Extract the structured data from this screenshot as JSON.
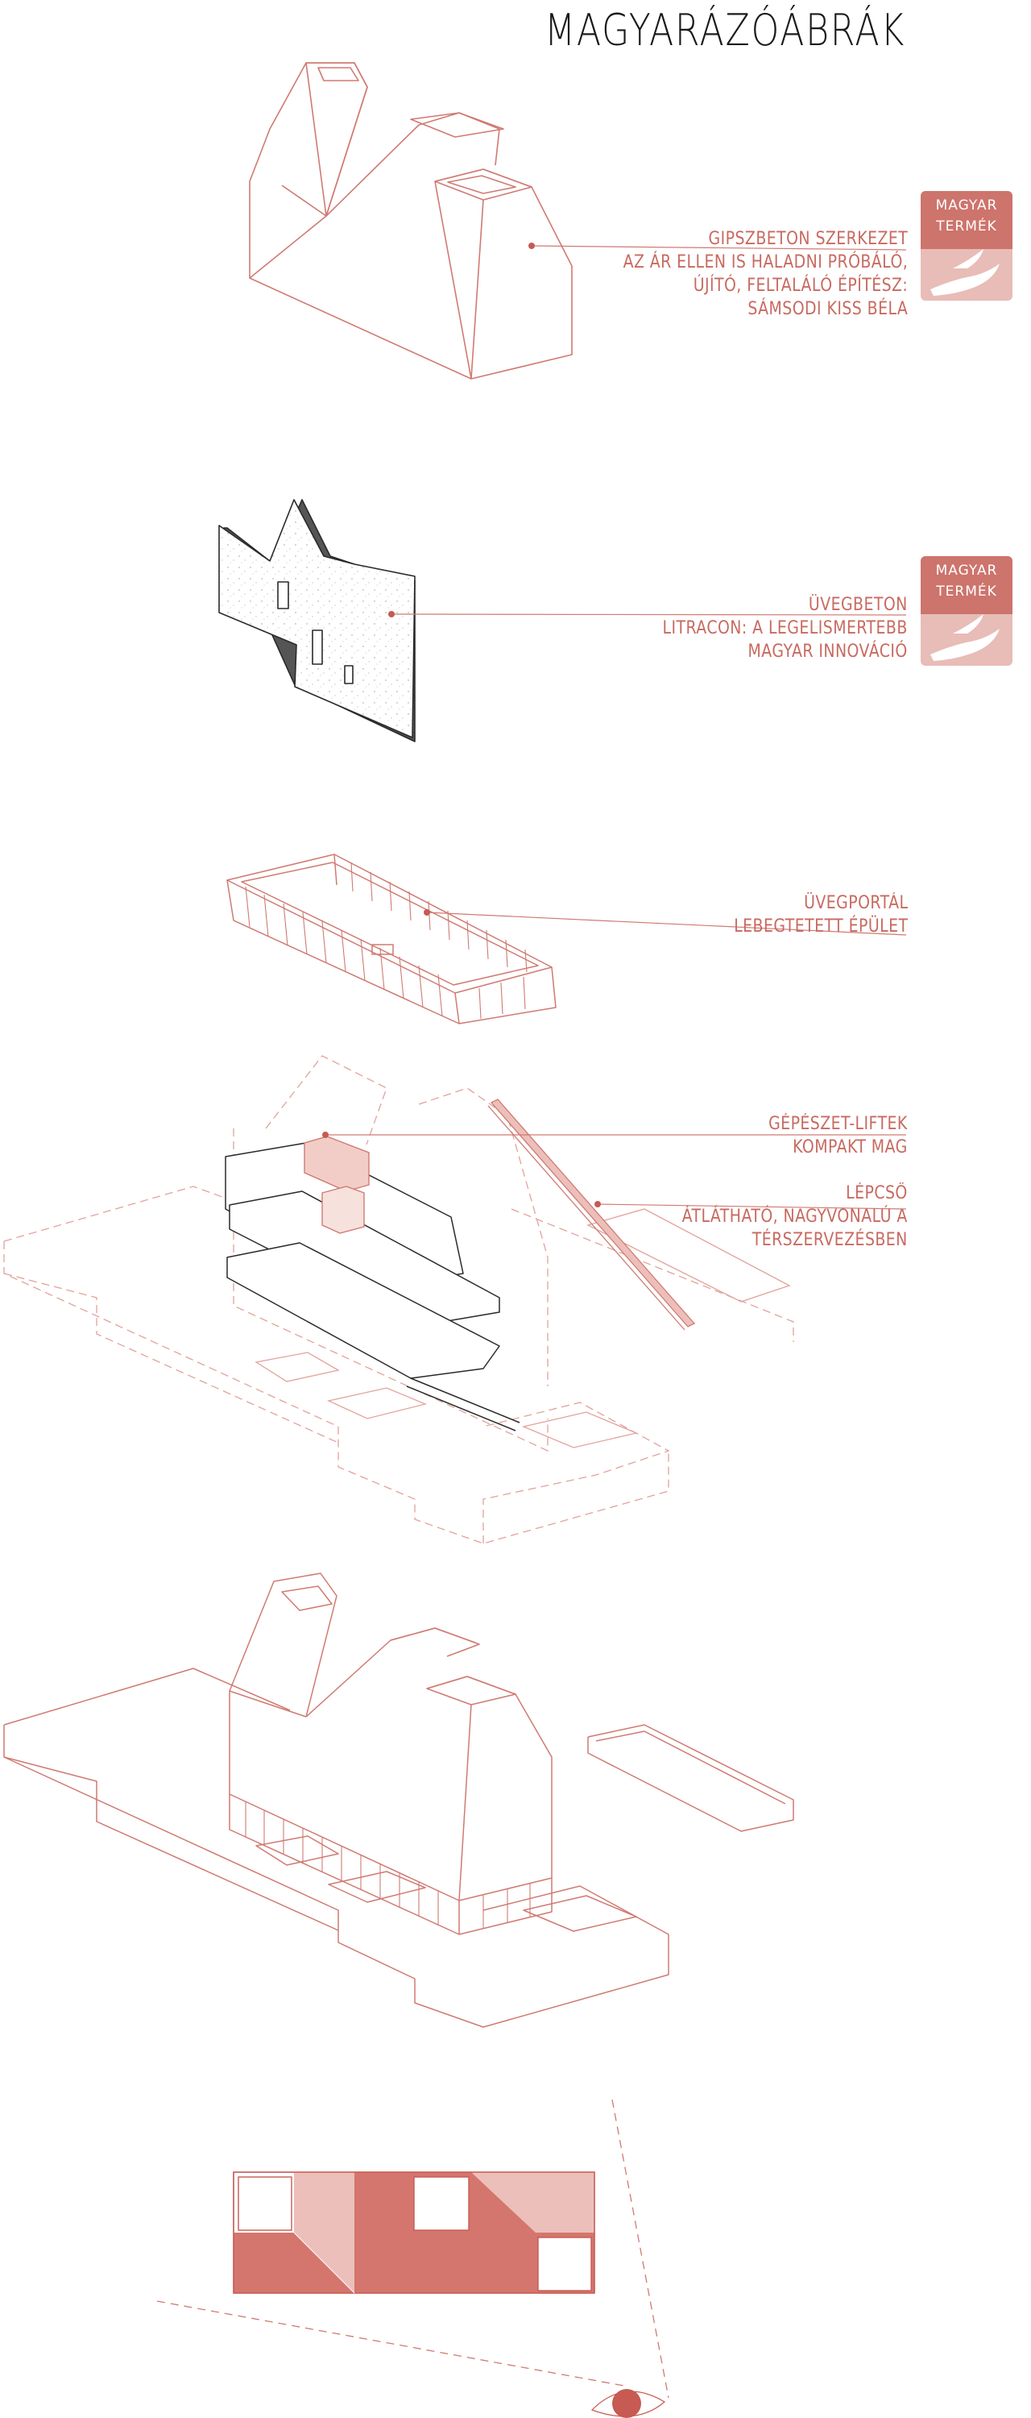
{
  "title": "MAGYARÁZÓÁBRÁK",
  "badge": {
    "line1": "MAGYAR",
    "line2": "TERMÉK"
  },
  "annotations": [
    {
      "lines": [
        "GIPSZBETON SZERKEZET",
        "AZ ÁR ELLEN IS HALADNI PRÓBÁLÓ,",
        "ÚJÍTÓ, FELTALÁLÓ ÉPÍTÉSZ:",
        "SÁMSODI KISS BÉLA"
      ]
    },
    {
      "lines": [
        "ÜVEGBETON",
        "LITRACON: A LEGELISMERTEBB",
        "MAGYAR INNOVÁCIÓ"
      ]
    },
    {
      "lines": [
        "ÜVEGPORTÁL",
        "LEBEGTETETT ÉPÜLET"
      ]
    },
    {
      "lines": [
        "GÉPÉSZET-LIFTEK",
        "KOMPAKT MAG"
      ]
    },
    {
      "lines": [
        "LÉPCSŐ",
        "ÁTLÁTHATÓ, NAGYVONALÚ A",
        "TÉRSZERVEZÉSBEN"
      ]
    }
  ],
  "colors": {
    "line": "#d07a72",
    "accent": "#c75a52",
    "fill_dark": "#d4766d",
    "fill_light": "#ecbfba",
    "text": "#c86a60"
  }
}
